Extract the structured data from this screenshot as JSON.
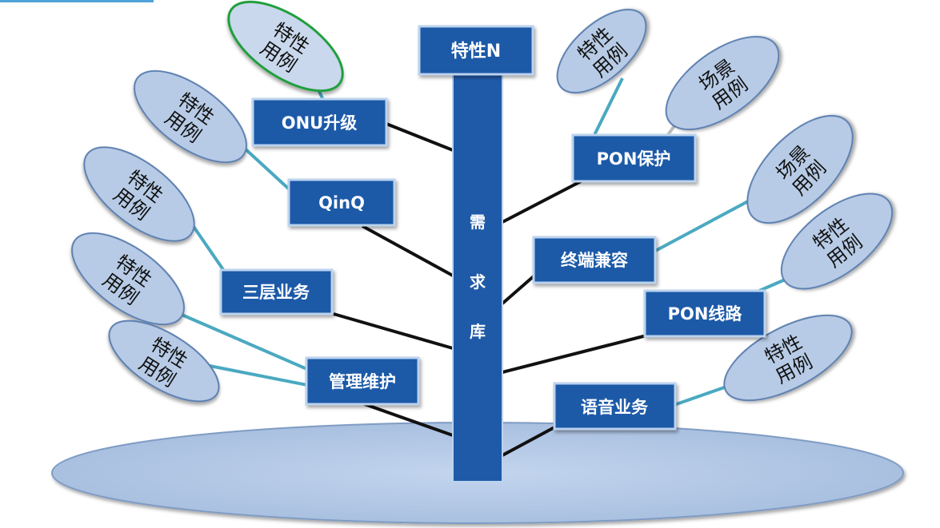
{
  "trunk": {
    "top_label": "特性N",
    "chars": [
      "需",
      "求",
      "库"
    ]
  },
  "left_features": [
    {
      "label": "ONU升级",
      "bubble": [
        "特性",
        "用例"
      ]
    },
    {
      "label": "QinQ",
      "bubble": [
        "特性",
        "用例"
      ]
    },
    {
      "label": "三层业务",
      "bubble": [
        "特性",
        "用例"
      ]
    },
    {
      "label": "管理维护",
      "bubble": [
        "特性",
        "用例"
      ]
    }
  ],
  "right_features": [
    {
      "label": "PON保护",
      "bubbles": [
        [
          "特性",
          "用例"
        ],
        [
          "场景",
          "用例"
        ]
      ]
    },
    {
      "label": "终端兼容",
      "bubble": [
        "场景",
        "用例"
      ]
    },
    {
      "label": "PON线路",
      "bubble": [
        "特性",
        "用例"
      ]
    },
    {
      "label": "语音业务",
      "bubble": [
        "特性",
        "用例"
      ]
    }
  ],
  "extra_bubbles": [
    {
      "lines": [
        "特性",
        "用例"
      ],
      "highlighted": true
    },
    {
      "lines": [
        "特性",
        "用例"
      ]
    }
  ],
  "colors": {
    "box_fill": "#1f5aa8",
    "box_border": "#bcd3ee",
    "bubble_fill": "#b7cbe6",
    "bubble_border": "#5b7fb0",
    "highlight_bubble_fill": "#c9d8ec",
    "highlight_bubble_border": "#1e9e3a",
    "connector_teal": "#4aa9c1",
    "connector_black": "#111111",
    "base_fill": "#b8cde8"
  }
}
